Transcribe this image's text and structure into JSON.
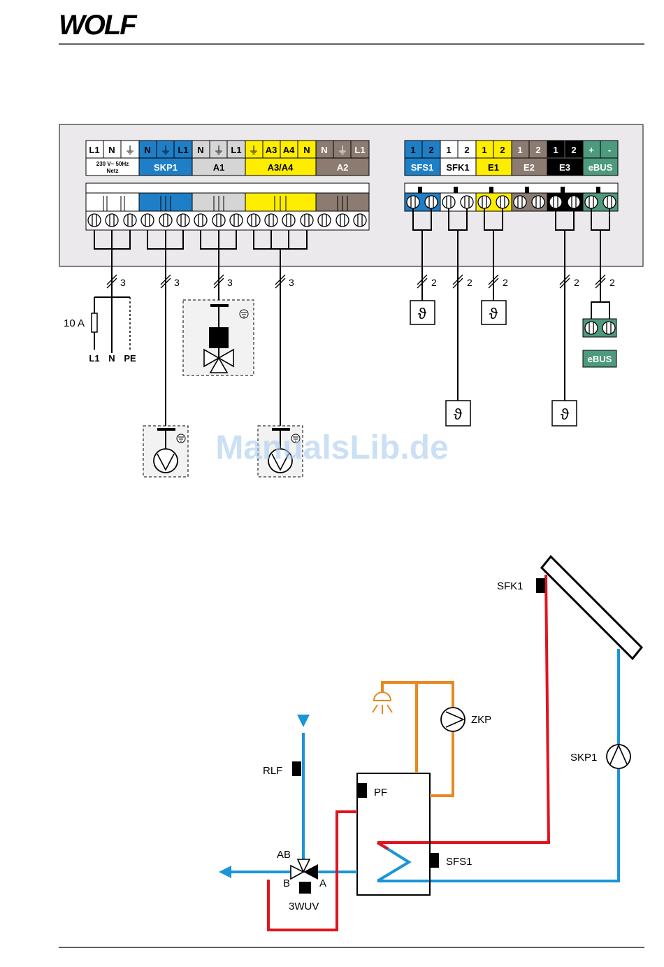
{
  "header": {
    "logo": "WOLF"
  },
  "watermark": "ManualsLib.de",
  "terminals": {
    "power": {
      "pins": [
        "L1",
        "N",
        "⏚"
      ],
      "label_line1": "230 V~ 50Hz",
      "label_line2": "Netz"
    },
    "skp1": {
      "pins": [
        "N",
        "⏚",
        "L1"
      ],
      "label": "SKP1",
      "color": "#1f7fc6"
    },
    "a1": {
      "pins": [
        "N",
        "⏚",
        "L1"
      ],
      "label": "A1",
      "color": "#d5d5d5"
    },
    "a3a4": {
      "pins": [
        "⏚",
        "A3",
        "A4",
        "N"
      ],
      "label": "A3/A4",
      "color": "#ffed00"
    },
    "a2": {
      "pins": [
        "N",
        "⏚",
        "L1"
      ],
      "label": "A2",
      "color": "#8b7b70"
    },
    "sfs1": {
      "pins": [
        "1",
        "2"
      ],
      "label": "SFS1",
      "color": "#1f7fc6"
    },
    "sfk1": {
      "pins": [
        "1",
        "2"
      ],
      "label": "SFK1",
      "color": "#ffffff"
    },
    "e1": {
      "pins": [
        "1",
        "2"
      ],
      "label": "E1",
      "color": "#ffed00"
    },
    "e2": {
      "pins": [
        "1",
        "2"
      ],
      "label": "E2",
      "color": "#8b7b70"
    },
    "e3": {
      "pins": [
        "1",
        "2"
      ],
      "label": "E3",
      "color": "#000000"
    },
    "ebus": {
      "pins": [
        "+",
        "-"
      ],
      "label": "eBUS",
      "color": "#4e9a7e"
    }
  },
  "wiring": {
    "cable_count_3": "3",
    "cable_count_2": "2",
    "fuse_label": "10 A",
    "mains_labels": [
      "L1",
      "N",
      "PE"
    ],
    "sensor_symbol": "ϑ",
    "ebus_box_label": "eBUS"
  },
  "hydraulic": {
    "sfk1": "SFK1",
    "zkp": "ZKP",
    "skp1": "SKP1",
    "rlf": "RLF",
    "pf": "PF",
    "sfs1": "SFS1",
    "ab": "AB",
    "b": "B",
    "a": "A",
    "valve": "3WUV"
  },
  "colors": {
    "hot": "#e0141f",
    "cold": "#1b95d8",
    "dhw": "#e88820",
    "panel_bg": "#ebe9eb"
  }
}
